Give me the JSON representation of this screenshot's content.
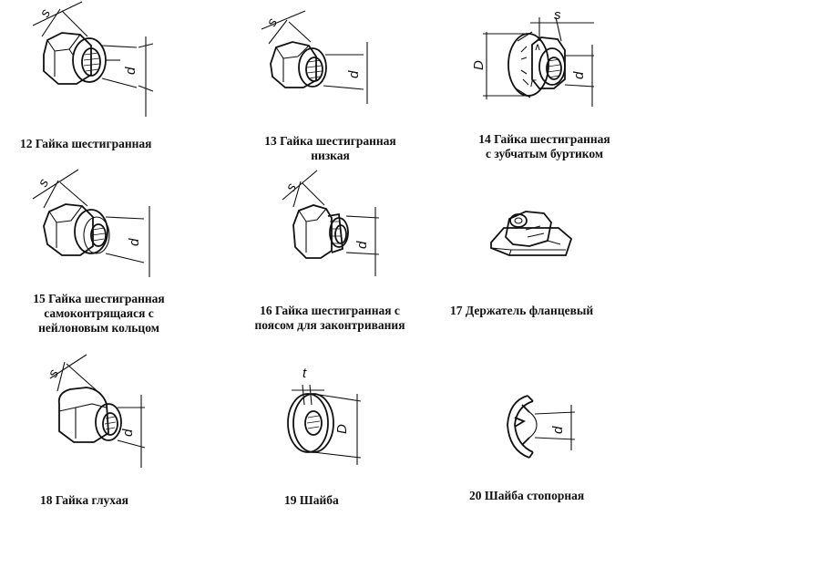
{
  "dims": {
    "s": "s",
    "d": "d",
    "D": "D",
    "t": "t"
  },
  "captions": {
    "c12": [
      "12   Гайка шестигранная"
    ],
    "c13": [
      "13  Гайка шестигранная",
      "низкая"
    ],
    "c14": [
      "14  Гайка шестигранная",
      "с зубчатым буртиком"
    ],
    "c15": [
      "15  Гайка шестигранная",
      "самоконтрящаяся с",
      "нейлоновым кольцом"
    ],
    "c16": [
      "16  Гайка шестигранная с",
      "поясом для законтривания"
    ],
    "c17": [
      "17   Держатель фланцевый"
    ],
    "c18": [
      "18   Гайка глухая"
    ],
    "c19": [
      "19   Шайба"
    ],
    "c20": [
      "20   Шайба стопорная"
    ]
  }
}
